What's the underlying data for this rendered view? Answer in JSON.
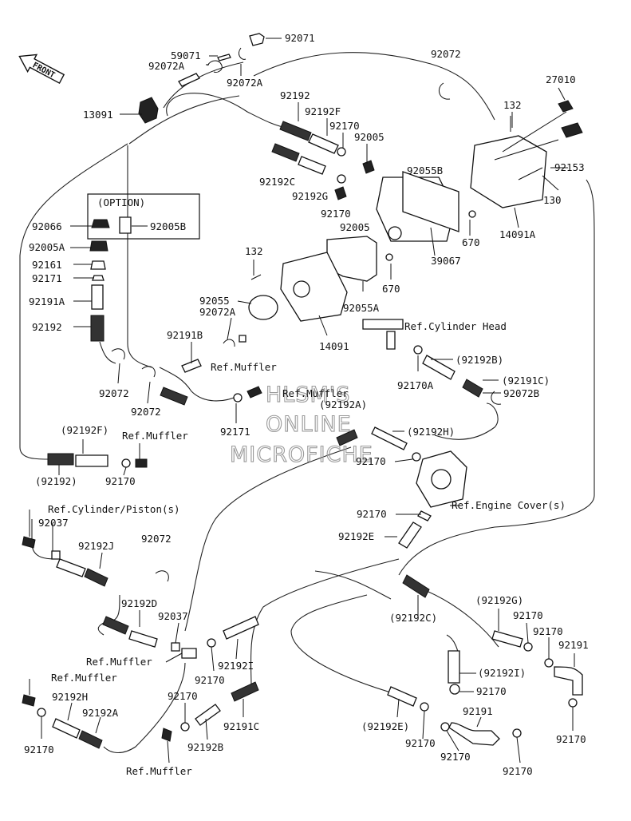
{
  "watermark": [
    "HLSM'S",
    "ONLINE",
    "MICROFICHE"
  ],
  "front_arrow": "FRONT",
  "option_label": "(OPTION)",
  "labels": {
    "l92071": "92071",
    "l59071": "59071",
    "l92072A_top": "92072A",
    "l92072A_mid": "92072A",
    "l92072_top": "92072",
    "l27010": "27010",
    "l13091": "13091",
    "l92192_a": "92192",
    "l92192F_a": "92192F",
    "l92170_a": "92170",
    "l92005_a": "92005",
    "l132_a": "132",
    "l92192C_a": "92192C",
    "l92192G_a": "92192G",
    "l92055B": "92055B",
    "l92153": "92153",
    "l130": "130",
    "l92170_b": "92170",
    "l92005_b": "92005",
    "l670_a": "670",
    "l14091A": "14091A",
    "l92066": "92066",
    "l92005B": "92005B",
    "l92005A": "92005A",
    "l92161": "92161",
    "l92171_a": "92171",
    "l132_b": "132",
    "l670_b": "670",
    "l39067": "39067",
    "l92191A": "92191A",
    "l92055": "92055",
    "l92072A_low": "92072A",
    "l92055A": "92055A",
    "l92192_b": "92192",
    "l14091": "14091",
    "ref_cyl_head": "Ref.Cylinder Head",
    "l92191B": "92191B",
    "ref_muffler_a": "Ref.Muffler",
    "l92192B_p": "(92192B)",
    "l92170A": "92170A",
    "l92191C_p": "(92191C)",
    "l92072_b": "92072",
    "l92072_c": "92072",
    "ref_muffler_b": "Ref.Muffler",
    "l92192A_p": "(92192A)",
    "l92072B": "92072B",
    "l92171_b": "92171",
    "l92192F_p": "(92192F)",
    "ref_muffler_c": "Ref.Muffler",
    "l92192H_p": "(92192H)",
    "l92170_c": "92170",
    "l92192_p": "(92192)",
    "l92170_d": "92170",
    "ref_engine_cover": "Ref.Engine Cover(s)",
    "ref_cyl_piston": "Ref.Cylinder/Piston(s)",
    "l92170_e": "92170",
    "l92037_a": "92037",
    "l92192E": "92192E",
    "l92192J": "92192J",
    "l92072_d": "92072",
    "l92192G_p": "(92192G)",
    "l92192C_p": "(92192C)",
    "l92170_f": "92170",
    "l92170_g": "92170",
    "l92191_a": "92191",
    "l92192D": "92192D",
    "l92037_b": "92037",
    "ref_muffler_d": "Ref.Muffler",
    "l92192I": "92192I",
    "l92192I_p": "(92192I)",
    "l92170_h": "92170",
    "ref_muffler_e": "Ref.Muffler",
    "l92170_i": "92170",
    "l92170_j": "92170",
    "l92192H": "92192H",
    "l92192A": "92192A",
    "l92170_k": "92170",
    "l92191C": "92191C",
    "l92192B": "92192B",
    "l92192E_p": "(92192E)",
    "l92191_b": "92191",
    "l92170_l": "92170",
    "l92170_m": "92170",
    "l92170_n": "92170",
    "l92170_o": "92170",
    "ref_muffler_f": "Ref.Muffler"
  }
}
